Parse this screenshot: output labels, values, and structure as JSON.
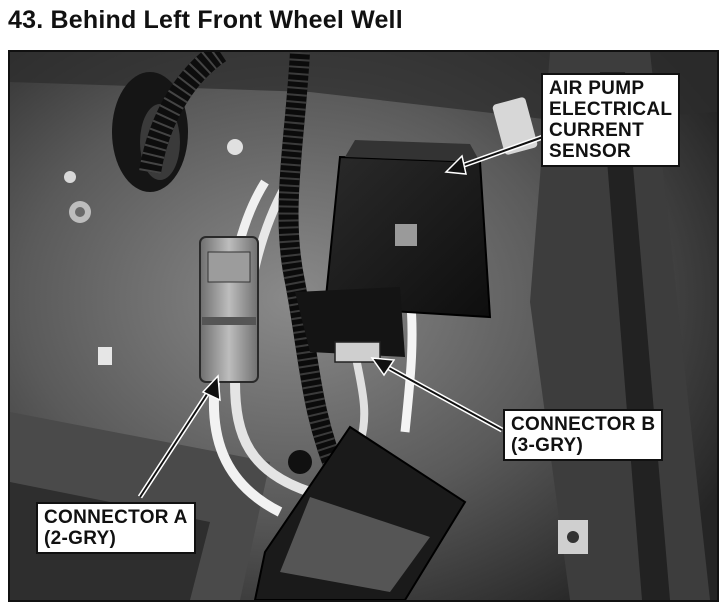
{
  "title": "43. Behind Left Front Wheel Well",
  "photo": {
    "labels": {
      "air_pump": [
        "AIR PUMP",
        "ELECTRICAL",
        "CURRENT",
        "SENSOR"
      ],
      "connector_b": [
        "CONNECTOR B",
        "(3-GRY)"
      ],
      "connector_a": [
        "CONNECTOR A",
        "(2-GRY)"
      ]
    }
  }
}
